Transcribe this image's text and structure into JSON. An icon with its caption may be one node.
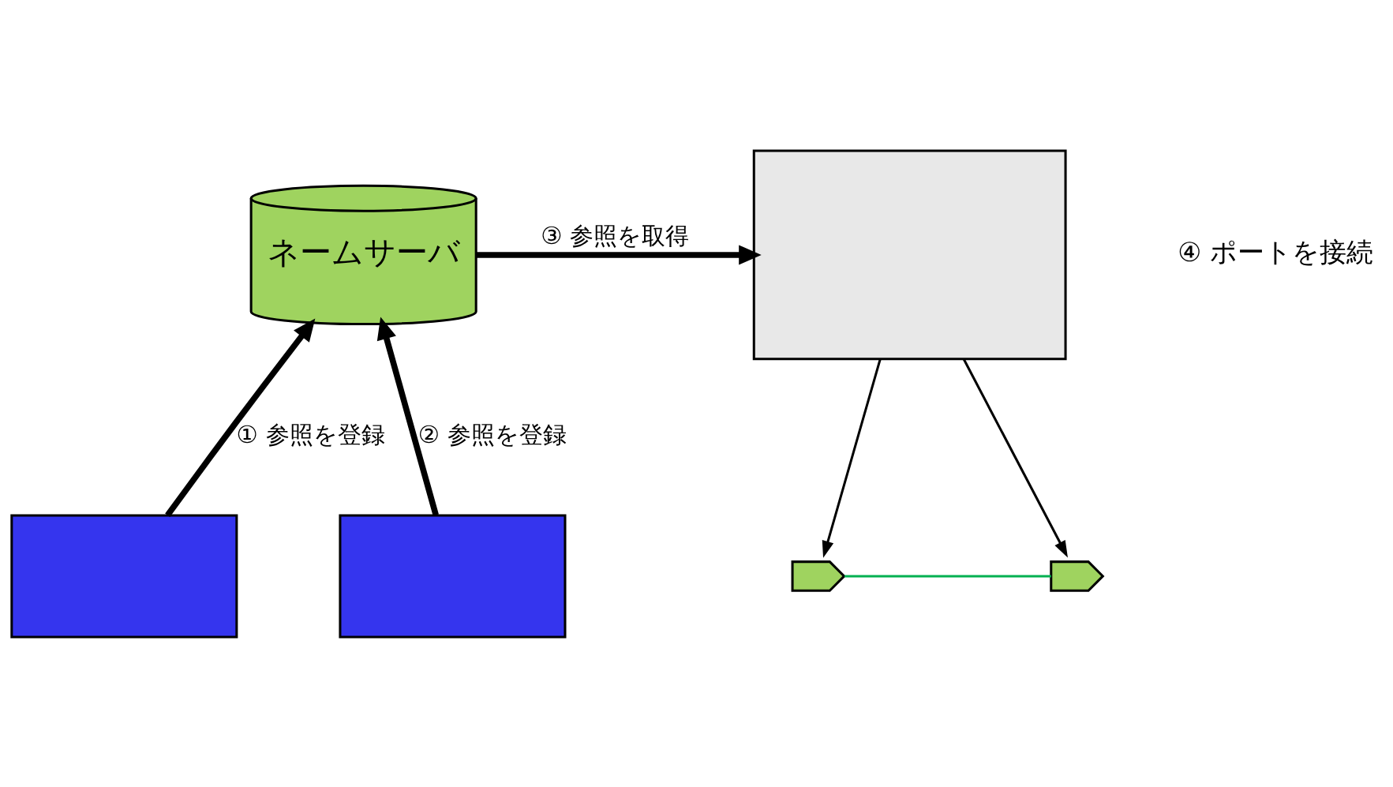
{
  "diagram": {
    "nodes": [
      {
        "text": [
          "ネームサーバ"
        ]
      },
      {
        "text": [],
        "shape": "box"
      },
      {
        "text": [],
        "shape": "box"
      },
      {
        "text": [],
        "shape": "box"
      },
      {
        "text": [],
        "shape": "pentagon"
      },
      {
        "text": [],
        "shape": "chevron"
      }
    ],
    "edges": [
      {
        "from": 2,
        "to": 0,
        "arrow": "to",
        "label": "① 参照を登録",
        "style": "thick"
      },
      {
        "from": 3,
        "to": 0,
        "arrow": "to",
        "label": "② 参照を登録",
        "style": "thick"
      },
      {
        "from": 0,
        "to": 1,
        "arrow": "to",
        "label": "③ 参照を取得",
        "style": "thick"
      },
      {
        "from": 1,
        "to": 4,
        "arrow": "to"
      },
      {
        "from": 1,
        "to": 5,
        "arrow": "to"
      },
      {
        "from": 4,
        "to": 5,
        "arrow": "none",
        "color": "#00b050"
      }
    ],
    "labels": [
      "④ ポートを接続"
    ]
  }
}
